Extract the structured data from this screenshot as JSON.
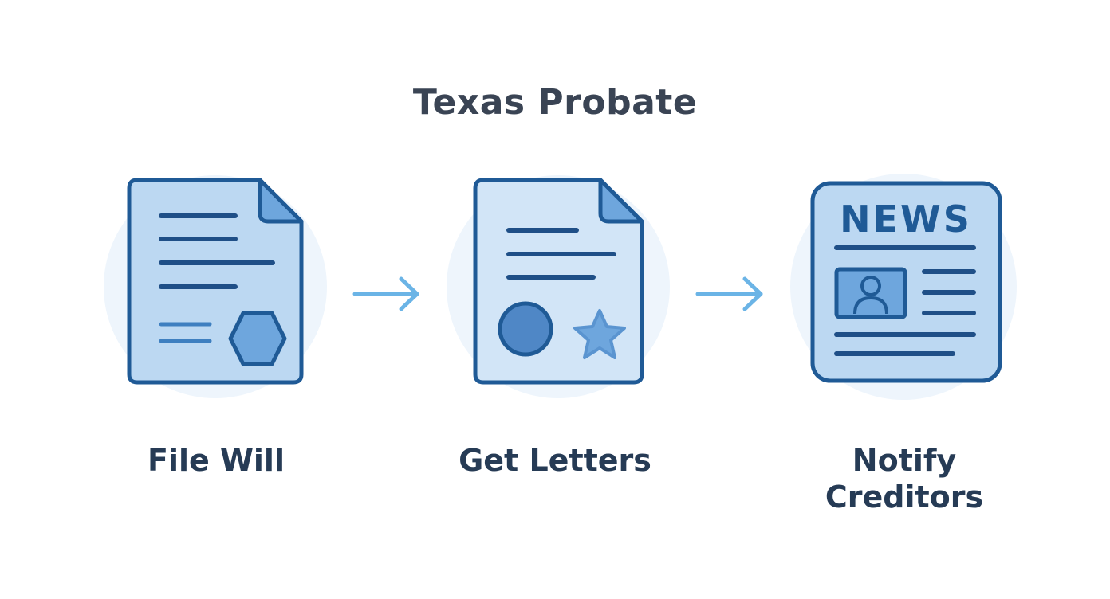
{
  "title": "Texas Probate",
  "steps": [
    {
      "label": "File Will",
      "icon": "will-document-icon"
    },
    {
      "label": "Get Letters",
      "icon": "letters-certificate-icon"
    },
    {
      "label_line1": "Notify",
      "label_line2": "Creditors",
      "icon": "newspaper-icon",
      "icon_text": "NEWS"
    }
  ],
  "colors": {
    "outline": "#1f5a96",
    "fill_light": "#bcd8f2",
    "fill_mid": "#6ea6dd",
    "halo": "#eaf3fb",
    "arrow": "#6bb4e6",
    "label": "#263b55",
    "title": "#3a4454"
  }
}
